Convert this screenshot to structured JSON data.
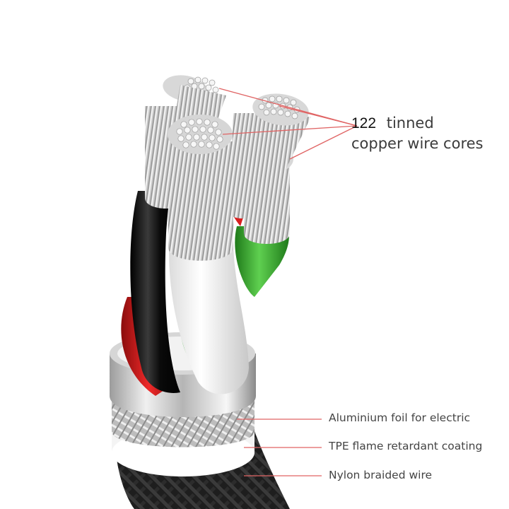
{
  "annotation": {
    "cores_count": "122",
    "cores_word1": "tinned",
    "cores_line2": "copper wire cores"
  },
  "layers": [
    {
      "label": "Aluminium foil for electric"
    },
    {
      "label": "TPE flame retardant coating"
    },
    {
      "label": "Nylon braided wire"
    }
  ],
  "colors": {
    "leader_line": "#e06464",
    "wire_black": "#1a1a1a",
    "wire_white": "#f2f2f2",
    "wire_red": "#d81f1f",
    "wire_green": "#3fb03a",
    "braid": "#2a2a2a"
  }
}
